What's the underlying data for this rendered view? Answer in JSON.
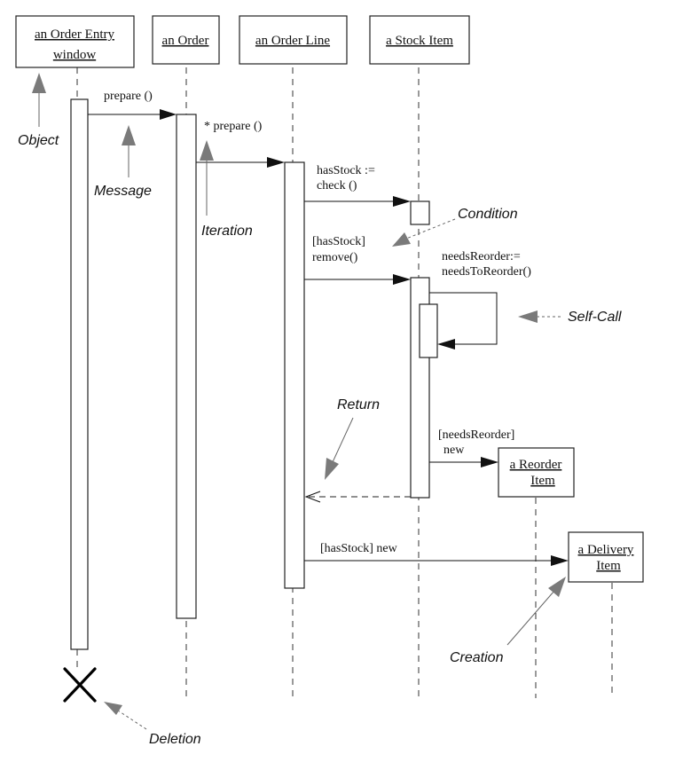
{
  "objects": {
    "order_entry_window": [
      "an Order Entry",
      "window"
    ],
    "order": [
      "an Order"
    ],
    "order_line": [
      "an Order Line"
    ],
    "stock_item": [
      "a Stock Item"
    ],
    "reorder_item": [
      "a Reorder",
      "Item"
    ],
    "delivery_item": [
      "a Delivery",
      "Item"
    ]
  },
  "messages": {
    "prepare_1": "prepare ()",
    "prepare_2": "* prepare ()",
    "has_stock_check": [
      "hasStock :=",
      "check ()"
    ],
    "remove": [
      "[hasStock]",
      "remove()"
    ],
    "needs_reorder": [
      "needsReorder:=",
      "needsToReorder()"
    ],
    "new_reorder": [
      "[needsReorder]",
      "new"
    ],
    "new_delivery": "[hasStock] new"
  },
  "annotations": {
    "object": "Object",
    "message": "Message",
    "iteration": "Iteration",
    "condition": "Condition",
    "self_call": "Self-Call",
    "return": "Return",
    "creation": "Creation",
    "deletion": "Deletion"
  }
}
